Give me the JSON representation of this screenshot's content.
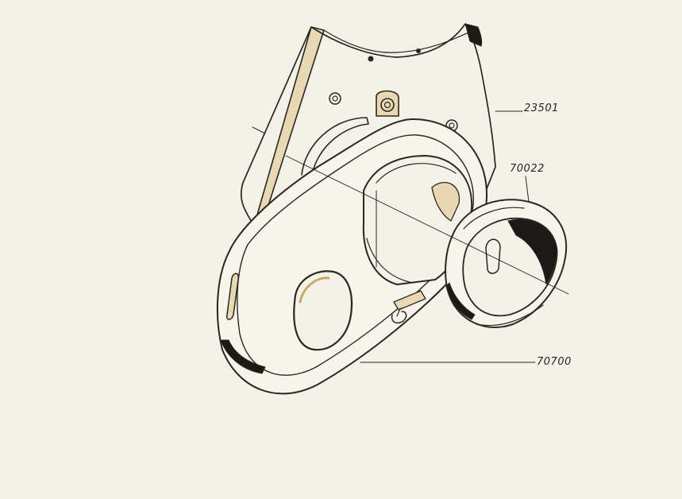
{
  "labels": {
    "part_23501": "23501",
    "part_70022": "70022",
    "part_70700": "70700"
  },
  "colors": {
    "paper": "#f4f1e8",
    "ink": "#2a2620",
    "shade": "#1c1a17",
    "highlight": "#e8d8b4"
  }
}
